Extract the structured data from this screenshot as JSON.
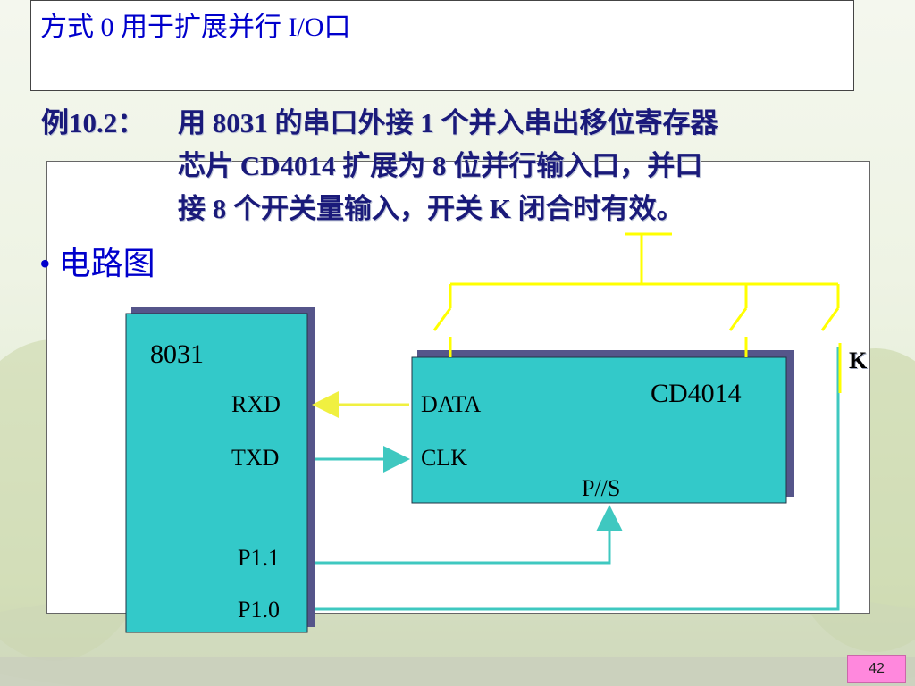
{
  "slide": {
    "title": "方式 0 用于扩展并行 I/O口",
    "example": {
      "label": "例10.2：",
      "lines": [
        "用 8031 的串口外接 1 个并入串出移位寄存器",
        "芯片 CD4014 扩展为 8 位并行输入口，并口",
        "接 8 个开关量输入，开关 K 闭合时有效。"
      ]
    },
    "bullet": "• 电路图",
    "page_number": "42"
  },
  "diagram": {
    "mcu": {
      "name": "8031",
      "pins": [
        "RXD",
        "TXD",
        "P1.1",
        "P1.0"
      ]
    },
    "register": {
      "name": "CD4014",
      "pins": [
        "DATA",
        "CLK",
        "P//S"
      ]
    },
    "switch_label": "K",
    "colors": {
      "chip_fill": "#33c9c9",
      "chip_shadow": "#55558a",
      "data_line": "#f0f040",
      "signal_line": "#3fc8c0",
      "switch_bus": "#ffff00"
    }
  }
}
